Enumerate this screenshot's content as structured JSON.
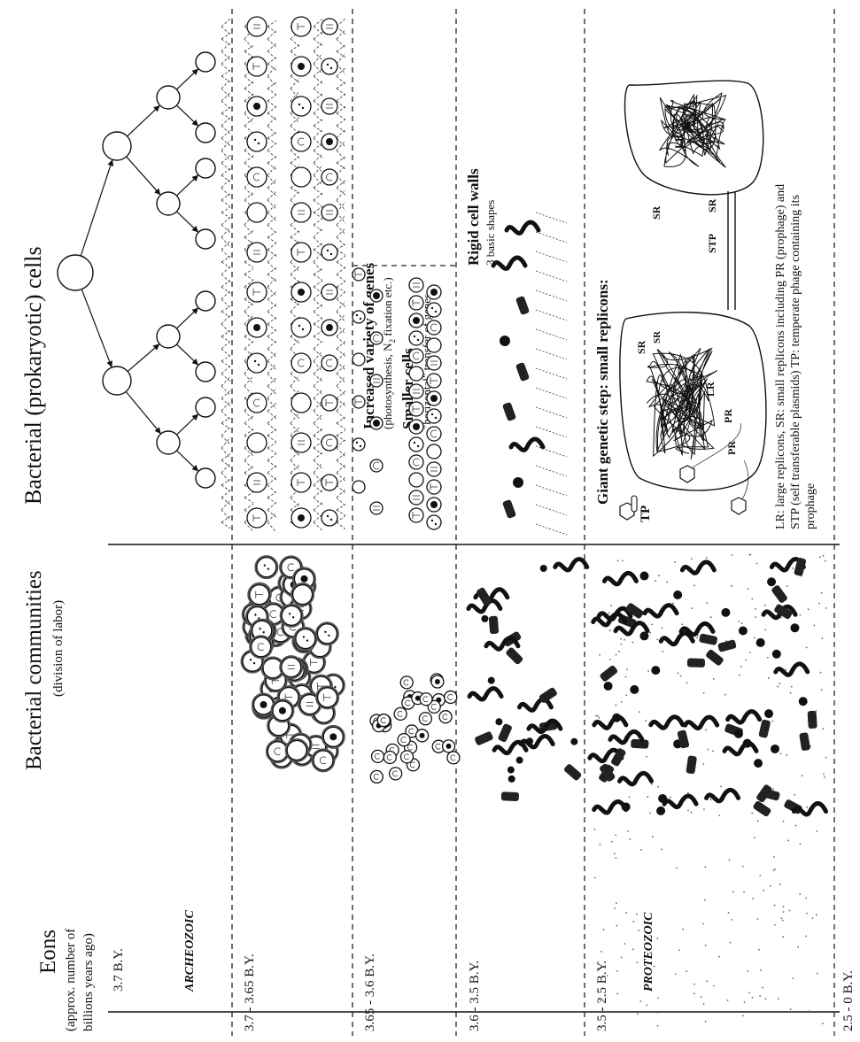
{
  "columns": {
    "eons": {
      "title": "Eons",
      "subtitle_line1": "(approx. number of",
      "subtitle_line2": "billions years ago)"
    },
    "communities": {
      "title": "Bacterial communities",
      "subtitle": "(division of labor)"
    },
    "cells": {
      "title": "Bacterial (prokaryotic) cells"
    }
  },
  "eons": {
    "start": "3.7 B.Y.",
    "archeozoic": "ARCHEOZOIC",
    "proteozoic": "PROTEOZOIC"
  },
  "periods": [
    {
      "label": "3.7 - 3.65 B.Y."
    },
    {
      "label": "3.65 - 3.6 B.Y."
    },
    {
      "label": "3.6 - 3.5 B.Y."
    },
    {
      "label": "3.5 - 2.5 B.Y."
    },
    {
      "label": "2.5 - 0 B.Y."
    }
  ],
  "annotations": {
    "genes_title": "Increased variety of genes",
    "genes_detail_pre": "(photosynthesis, N",
    "genes_detail_sub": "2",
    "genes_detail_post": " fixation etc.)",
    "smaller_cells": "Smaller cells",
    "horizontal_transfer": "\"horizontal\" transfer of genes",
    "rigid_walls": "Rigid cell walls",
    "basic_shapes": "3 basic shapes",
    "giant_step": "Giant genetic step: small replicons:",
    "legend_line1": "LR: large replicons, SR: small replicons including PR (prophage) and",
    "legend_line2": "STP (self transferable plasmids) TP: temperate phage containing its",
    "legend_line3": "prophage"
  },
  "replicon_labels": {
    "lr": "LR",
    "sr": "SR",
    "stp": "STP",
    "pr": "PR",
    "tp": "TP"
  }
}
